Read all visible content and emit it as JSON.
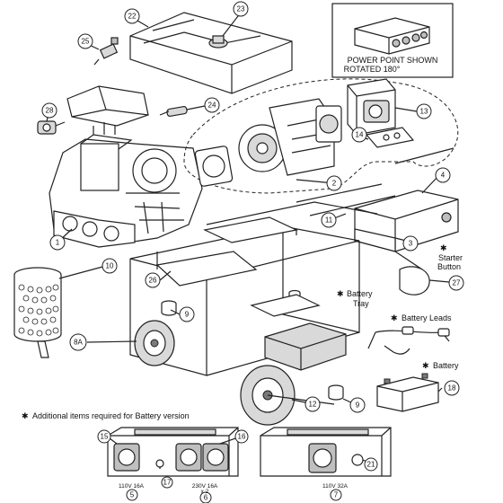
{
  "callout": {
    "title_line1": "POWER POINT SHOWN",
    "title_line2": "ROTATED 180°"
  },
  "part_numbers": {
    "p1": "1",
    "p2": "2",
    "p3": "3",
    "p4": "4",
    "p5": "5",
    "p6": "6",
    "p7": "7",
    "p8a": "8A",
    "p9a": "9",
    "p9b": "9",
    "p10": "10",
    "p11": "11",
    "p12": "12",
    "p13": "13",
    "p14": "14",
    "p15": "15",
    "p16": "16",
    "p17": "17",
    "p18": "18",
    "p21": "21",
    "p22": "22",
    "p23": "23",
    "p24": "24",
    "p25": "25",
    "p26": "26",
    "p27": "27",
    "p28": "28"
  },
  "labels": {
    "battery_tray_l1": "Battery",
    "battery_tray_l2": "Tray",
    "battery_leads": "Battery Leads",
    "battery": "Battery",
    "starter_l1": "Starter",
    "starter_l2": "Button",
    "asterisk": "✱",
    "footnote": "Additional items required for Battery version",
    "socket_110_16": "110V 16A",
    "socket_230_16": "230V 16A",
    "socket_230_qty": "x 2",
    "socket_110_32": "110V 32A"
  }
}
